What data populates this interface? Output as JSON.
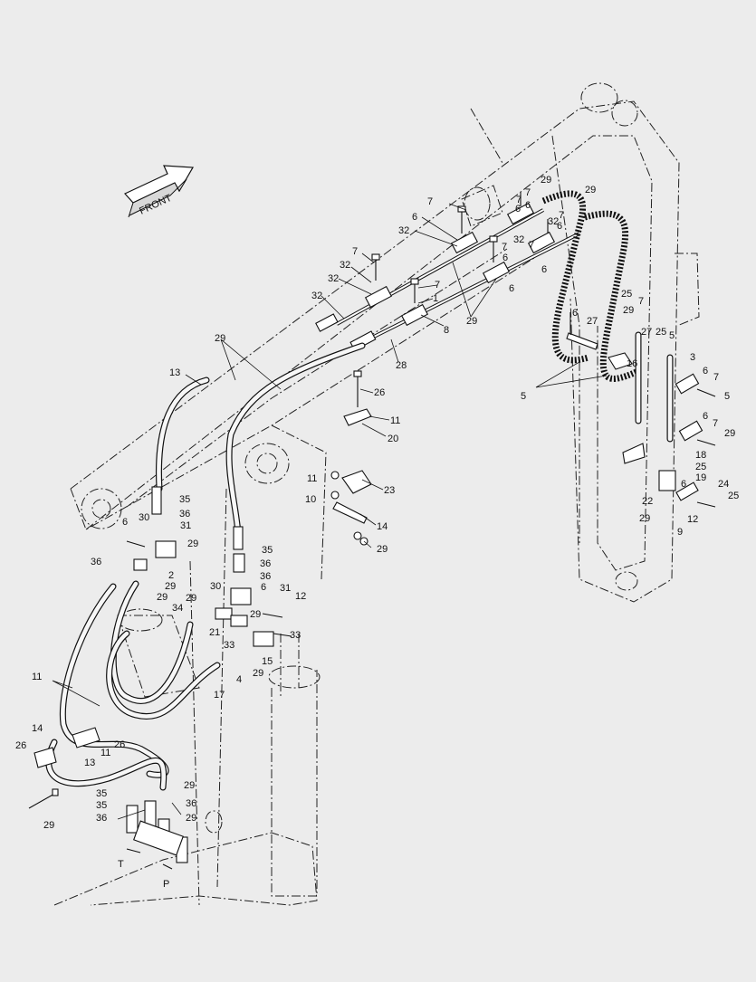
{
  "diagram": {
    "direction_label": "FRONT",
    "port_labels": {
      "tank": "T",
      "pressure": "P"
    },
    "callouts": [
      {
        "id": "c1",
        "text": "7"
      },
      {
        "id": "c2",
        "text": "7"
      },
      {
        "id": "c3",
        "text": "29"
      },
      {
        "id": "c4",
        "text": "29"
      },
      {
        "id": "c5",
        "text": "6"
      },
      {
        "id": "c6",
        "text": "6"
      },
      {
        "id": "c7",
        "text": "7"
      },
      {
        "id": "c8",
        "text": "32"
      },
      {
        "id": "c9",
        "text": "7"
      },
      {
        "id": "c10",
        "text": "32"
      },
      {
        "id": "c11",
        "text": "6"
      },
      {
        "id": "c12",
        "text": "7"
      },
      {
        "id": "c13",
        "text": "7"
      },
      {
        "id": "c14",
        "text": "6"
      },
      {
        "id": "c15",
        "text": "6"
      },
      {
        "id": "c16",
        "text": "32"
      },
      {
        "id": "c17",
        "text": "7"
      },
      {
        "id": "c18",
        "text": "6"
      },
      {
        "id": "c19",
        "text": "32"
      },
      {
        "id": "c20",
        "text": "32"
      },
      {
        "id": "c21",
        "text": "7"
      },
      {
        "id": "c22",
        "text": "6"
      },
      {
        "id": "c23",
        "text": "1"
      },
      {
        "id": "c24",
        "text": "29"
      },
      {
        "id": "c25",
        "text": "32"
      },
      {
        "id": "c26",
        "text": "8"
      },
      {
        "id": "c27",
        "text": "29"
      },
      {
        "id": "c28",
        "text": "28"
      },
      {
        "id": "c29",
        "text": "13"
      },
      {
        "id": "c30",
        "text": "26"
      },
      {
        "id": "c31",
        "text": "11"
      },
      {
        "id": "c32",
        "text": "20"
      },
      {
        "id": "c33",
        "text": "11"
      },
      {
        "id": "c34",
        "text": "23"
      },
      {
        "id": "c35",
        "text": "10"
      },
      {
        "id": "c36",
        "text": "14"
      },
      {
        "id": "c37",
        "text": "29"
      },
      {
        "id": "c38",
        "text": "35"
      },
      {
        "id": "c39",
        "text": "36"
      },
      {
        "id": "c40",
        "text": "31"
      },
      {
        "id": "c41",
        "text": "6"
      },
      {
        "id": "c42",
        "text": "30"
      },
      {
        "id": "c43",
        "text": "29"
      },
      {
        "id": "c44",
        "text": "36"
      },
      {
        "id": "c45",
        "text": "2"
      },
      {
        "id": "c46",
        "text": "29"
      },
      {
        "id": "c47",
        "text": "29"
      },
      {
        "id": "c48",
        "text": "35"
      },
      {
        "id": "c49",
        "text": "36"
      },
      {
        "id": "c50",
        "text": "36"
      },
      {
        "id": "c51",
        "text": "30"
      },
      {
        "id": "c52",
        "text": "6"
      },
      {
        "id": "c53",
        "text": "31"
      },
      {
        "id": "c54",
        "text": "12"
      },
      {
        "id": "c55",
        "text": "29"
      },
      {
        "id": "c56",
        "text": "34"
      },
      {
        "id": "c57",
        "text": "29"
      },
      {
        "id": "c58",
        "text": "21"
      },
      {
        "id": "c59",
        "text": "33"
      },
      {
        "id": "c60",
        "text": "33"
      },
      {
        "id": "c61",
        "text": "15"
      },
      {
        "id": "c62",
        "text": "29"
      },
      {
        "id": "c63",
        "text": "4"
      },
      {
        "id": "c64",
        "text": "17"
      },
      {
        "id": "c65",
        "text": "11"
      },
      {
        "id": "c66",
        "text": "14"
      },
      {
        "id": "c67",
        "text": "26"
      },
      {
        "id": "c68",
        "text": "26"
      },
      {
        "id": "c69",
        "text": "11"
      },
      {
        "id": "c70",
        "text": "13"
      },
      {
        "id": "c71",
        "text": "29"
      },
      {
        "id": "c72",
        "text": "29"
      },
      {
        "id": "c73",
        "text": "35"
      },
      {
        "id": "c74",
        "text": "35"
      },
      {
        "id": "c75",
        "text": "36"
      },
      {
        "id": "c76",
        "text": "36"
      },
      {
        "id": "c77",
        "text": "29"
      },
      {
        "id": "c78",
        "text": "25"
      },
      {
        "id": "c79",
        "text": "7"
      },
      {
        "id": "c80",
        "text": "6"
      },
      {
        "id": "c81",
        "text": "27"
      },
      {
        "id": "c82",
        "text": "29"
      },
      {
        "id": "c83",
        "text": "27"
      },
      {
        "id": "c84",
        "text": "25"
      },
      {
        "id": "c85",
        "text": "5"
      },
      {
        "id": "c86",
        "text": "16"
      },
      {
        "id": "c87",
        "text": "3"
      },
      {
        "id": "c88",
        "text": "5"
      },
      {
        "id": "c89",
        "text": "6"
      },
      {
        "id": "c90",
        "text": "7"
      },
      {
        "id": "c91",
        "text": "5"
      },
      {
        "id": "c92",
        "text": "6"
      },
      {
        "id": "c93",
        "text": "7"
      },
      {
        "id": "c94",
        "text": "29"
      },
      {
        "id": "c95",
        "text": "18"
      },
      {
        "id": "c96",
        "text": "25"
      },
      {
        "id": "c97",
        "text": "19"
      },
      {
        "id": "c98",
        "text": "6"
      },
      {
        "id": "c99",
        "text": "24"
      },
      {
        "id": "c100",
        "text": "25"
      },
      {
        "id": "c101",
        "text": "22"
      },
      {
        "id": "c102",
        "text": "12"
      },
      {
        "id": "c103",
        "text": "29"
      },
      {
        "id": "c104",
        "text": "9"
      }
    ]
  }
}
